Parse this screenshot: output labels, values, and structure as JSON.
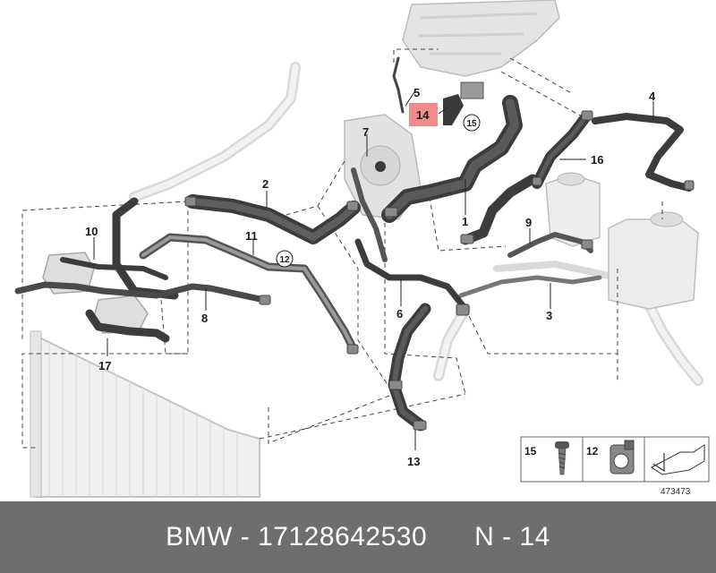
{
  "diagram": {
    "callouts": {
      "c1": "1",
      "c2": "2",
      "c3": "3",
      "c4": "4",
      "c5": "5",
      "c6": "6",
      "c7": "7",
      "c8": "8",
      "c9": "9",
      "c10": "10",
      "c11": "11",
      "c13": "13",
      "c14": "14",
      "c16": "16",
      "c17": "17"
    },
    "circled": {
      "c12": "12",
      "c15": "15"
    },
    "highlight_color": "#f08c8c",
    "legend": {
      "item15": "15",
      "item12": "12",
      "reference": "473473"
    }
  },
  "footer": {
    "brand": "BMW",
    "sep1": " - ",
    "part_number": "17128642530",
    "gap": "      ",
    "position": "N - 14"
  }
}
